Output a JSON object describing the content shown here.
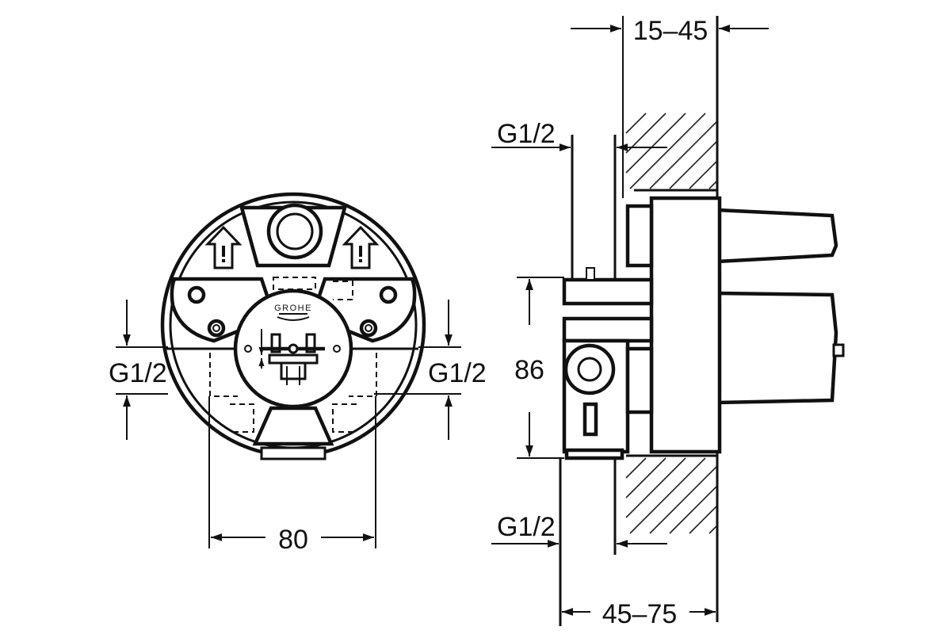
{
  "labels": {
    "front_width": "80",
    "left_inlet": "G1/2",
    "right_inlet": "G1/2",
    "side_top_inlet": "G1/2",
    "side_bottom_inlet": "G1/2",
    "side_height": "86",
    "wall_depth_top": "15–45",
    "install_depth": "45–75"
  },
  "logo_text": "GROHE"
}
